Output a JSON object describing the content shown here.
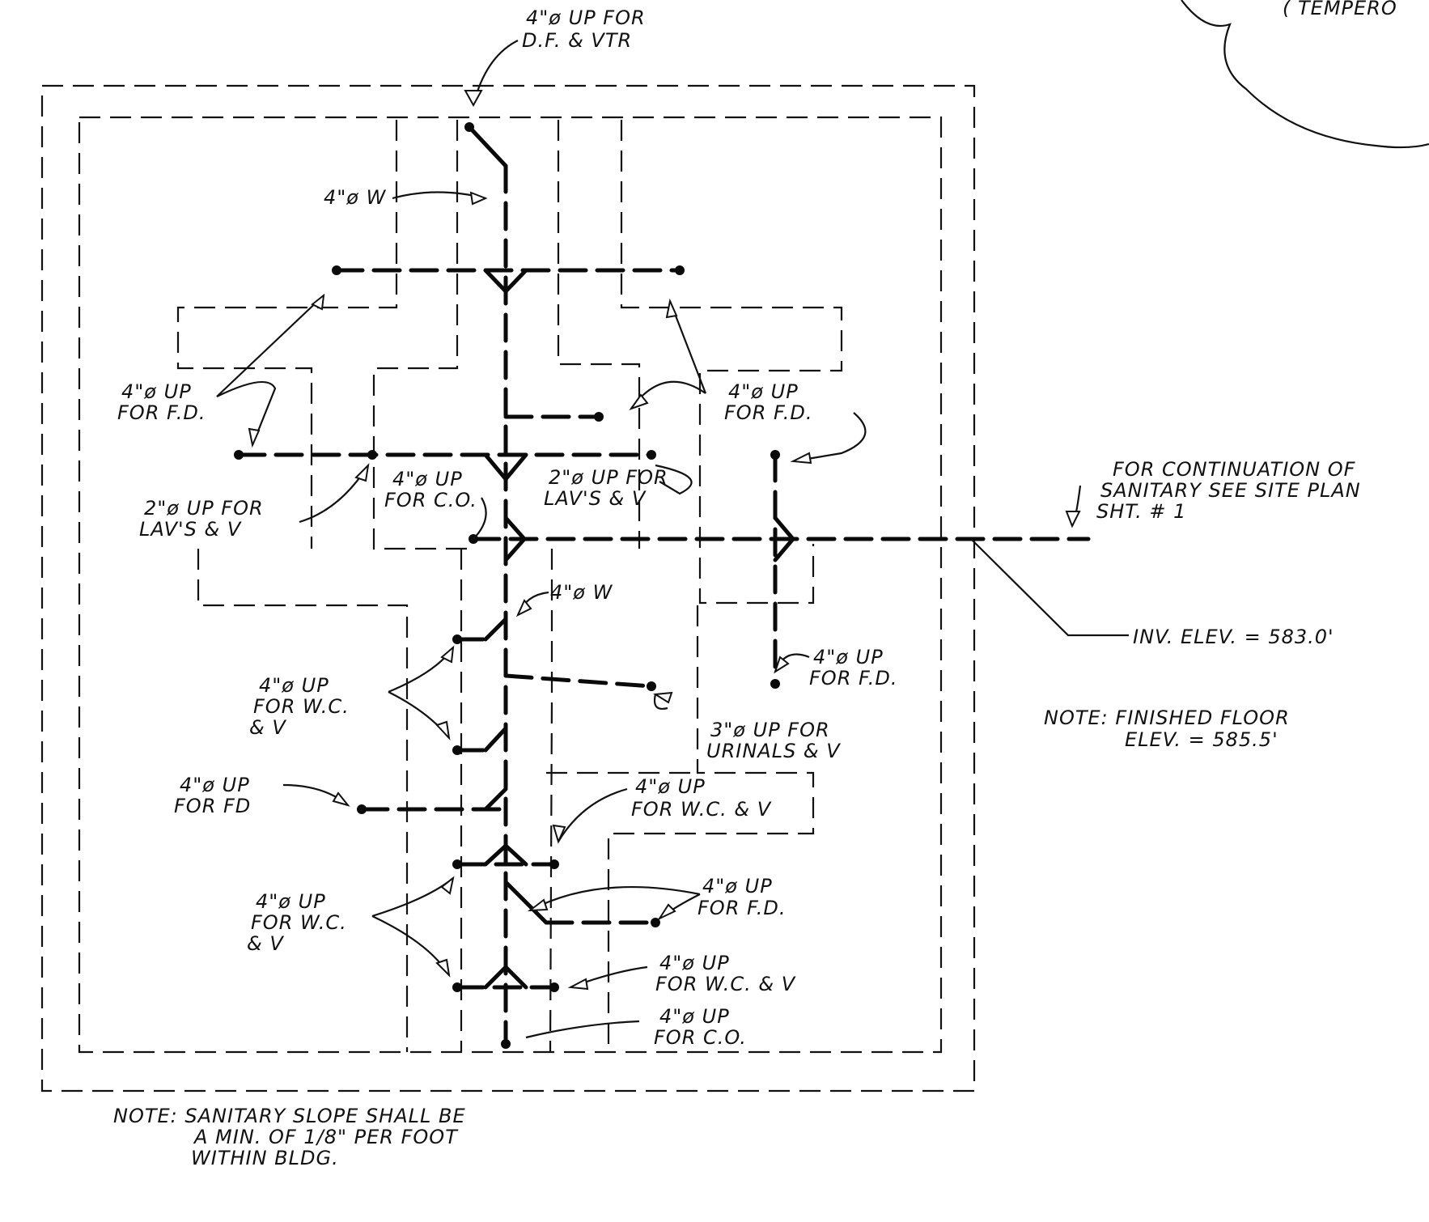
{
  "labels": {
    "top_riser_l1": "4\"ø UP FOR",
    "top_riser_l2": "D.F. & VTR",
    "tempered_corner": "( TEMPERO",
    "w_top": "4\"ø W",
    "fd_left_l1": "4\"ø UP",
    "fd_left_l2": "FOR F.D.",
    "fd_right_l1": "4\"ø UP",
    "fd_right_l2": "FOR F.D.",
    "lav_left_l1": "2\"ø UP FOR",
    "lav_left_l2": "LAV'S & V",
    "co_mid_l1": "4\"ø UP",
    "co_mid_l2": "FOR C.O.",
    "lav_right_l1": "2\"ø UP FOR",
    "lav_right_l2": "LAV'S & V",
    "cont_l1": "FOR CONTINUATION OF",
    "cont_l2": "SANITARY SEE SITE PLAN",
    "cont_l3": "SHT. # 1",
    "w_mid": "4\"ø W",
    "inv_elev": "INV. ELEV. = 583.0'",
    "fd_east_l1": "4\"ø UP",
    "fd_east_l2": "FOR F.D.",
    "wc_left1_l1": "4\"ø UP",
    "wc_left1_l2": "FOR W.C.",
    "wc_left1_l3": "& V",
    "urinals_l1": "3\"ø UP FOR",
    "urinals_l2": "URINALS & V",
    "note_ff_l1": "NOTE: FINISHED FLOOR",
    "note_ff_l2": "ELEV. = 585.5'",
    "fd_west_l1": "4\"ø UP",
    "fd_west_l2": "FOR FD",
    "wc_right1_l1": "4\"ø UP",
    "wc_right1_l2": "FOR W.C. & V",
    "fd_low_l1": "4\"ø UP",
    "fd_low_l2": "FOR F.D.",
    "wc_left2_l1": "4\"ø UP",
    "wc_left2_l2": "FOR W.C.",
    "wc_left2_l3": "& V",
    "wc_right2_l1": "4\"ø UP",
    "wc_right2_l2": "FOR W.C. & V",
    "co_bottom_l1": "4\"ø UP",
    "co_bottom_l2": "FOR C.O.",
    "note_slope_l1": "NOTE: SANITARY SLOPE SHALL BE",
    "note_slope_l2": "A MIN. OF 1/8\" PER FOOT",
    "note_slope_l3": "WITHIN BLDG."
  }
}
